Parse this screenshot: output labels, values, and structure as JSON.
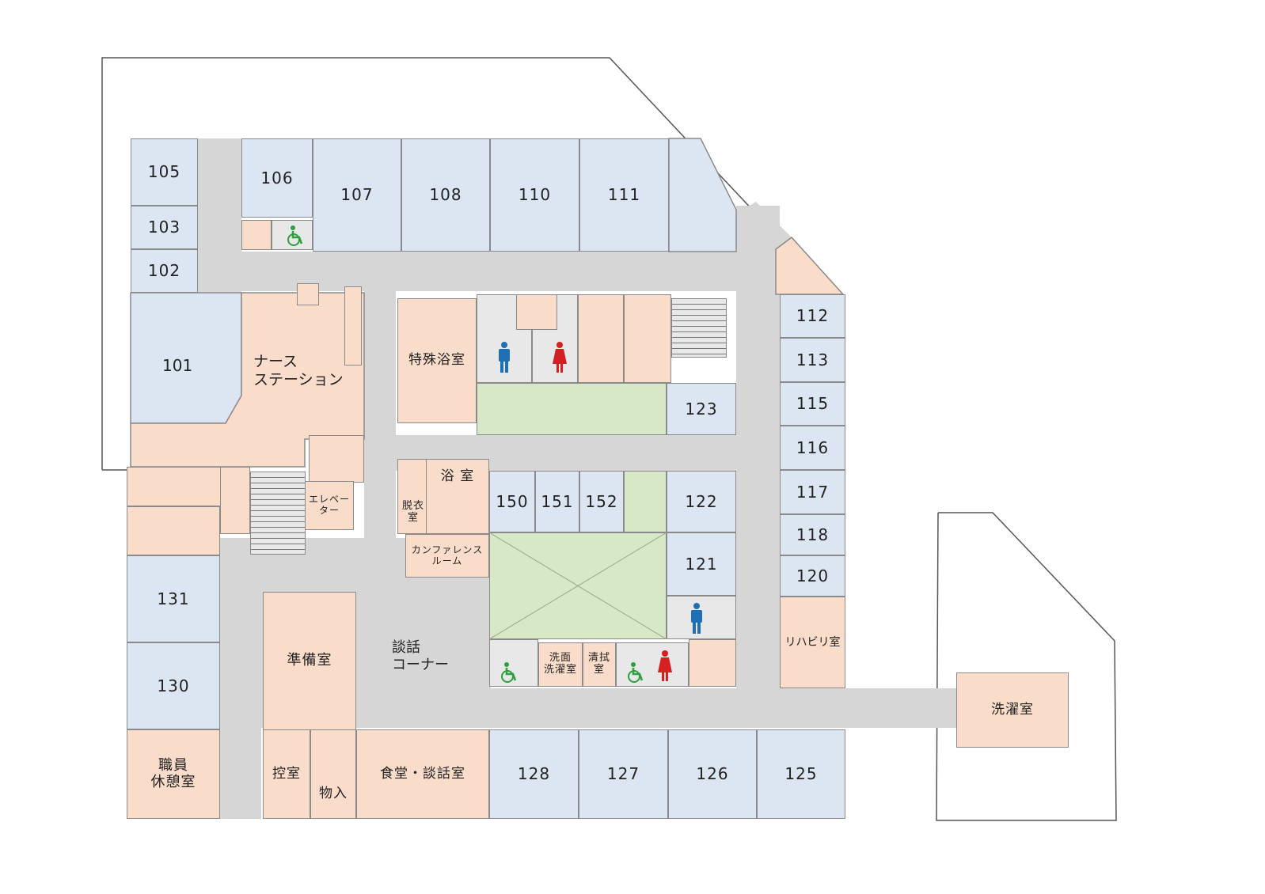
{
  "map": {
    "guest_rooms": [
      "101",
      "102",
      "103",
      "105",
      "106",
      "107",
      "108",
      "110",
      "111",
      "112",
      "113",
      "115",
      "116",
      "117",
      "118",
      "120",
      "121",
      "122",
      "123",
      "125",
      "126",
      "127",
      "128",
      "130",
      "131",
      "150",
      "151",
      "152"
    ],
    "facilities": {
      "nurse_station": "ナース\nステーション",
      "special_bath": "特殊浴室",
      "bath": "浴 室",
      "changing_room": "脱衣室",
      "elevator": "エレベー\nター",
      "conference_room": "カンファレンス\nルーム",
      "talk_corner": "談話\nコーナー",
      "prep_room": "準備室",
      "wash_laundry": "洗面\n洗濯室",
      "cleaning_room": "清拭\n室",
      "rehab_room": "リハビリ室",
      "laundry_room": "洗濯室",
      "staff_lounge": "職員\n休憩室",
      "waiting_room": "控室",
      "storage_in": "物入",
      "dining_talk_room": "食堂・談話室"
    },
    "legend_icons": [
      "male-restroom-icon",
      "female-restroom-icon",
      "accessible-restroom-icon"
    ],
    "colors": {
      "guest_room": "#dce6f2",
      "staff_area": "#f9dcc9",
      "garden": "#d6e8c6",
      "corridor": "#d6d6d6",
      "male": "#1f6fb5",
      "female": "#d42020",
      "accessible": "#2e9e3e"
    }
  }
}
